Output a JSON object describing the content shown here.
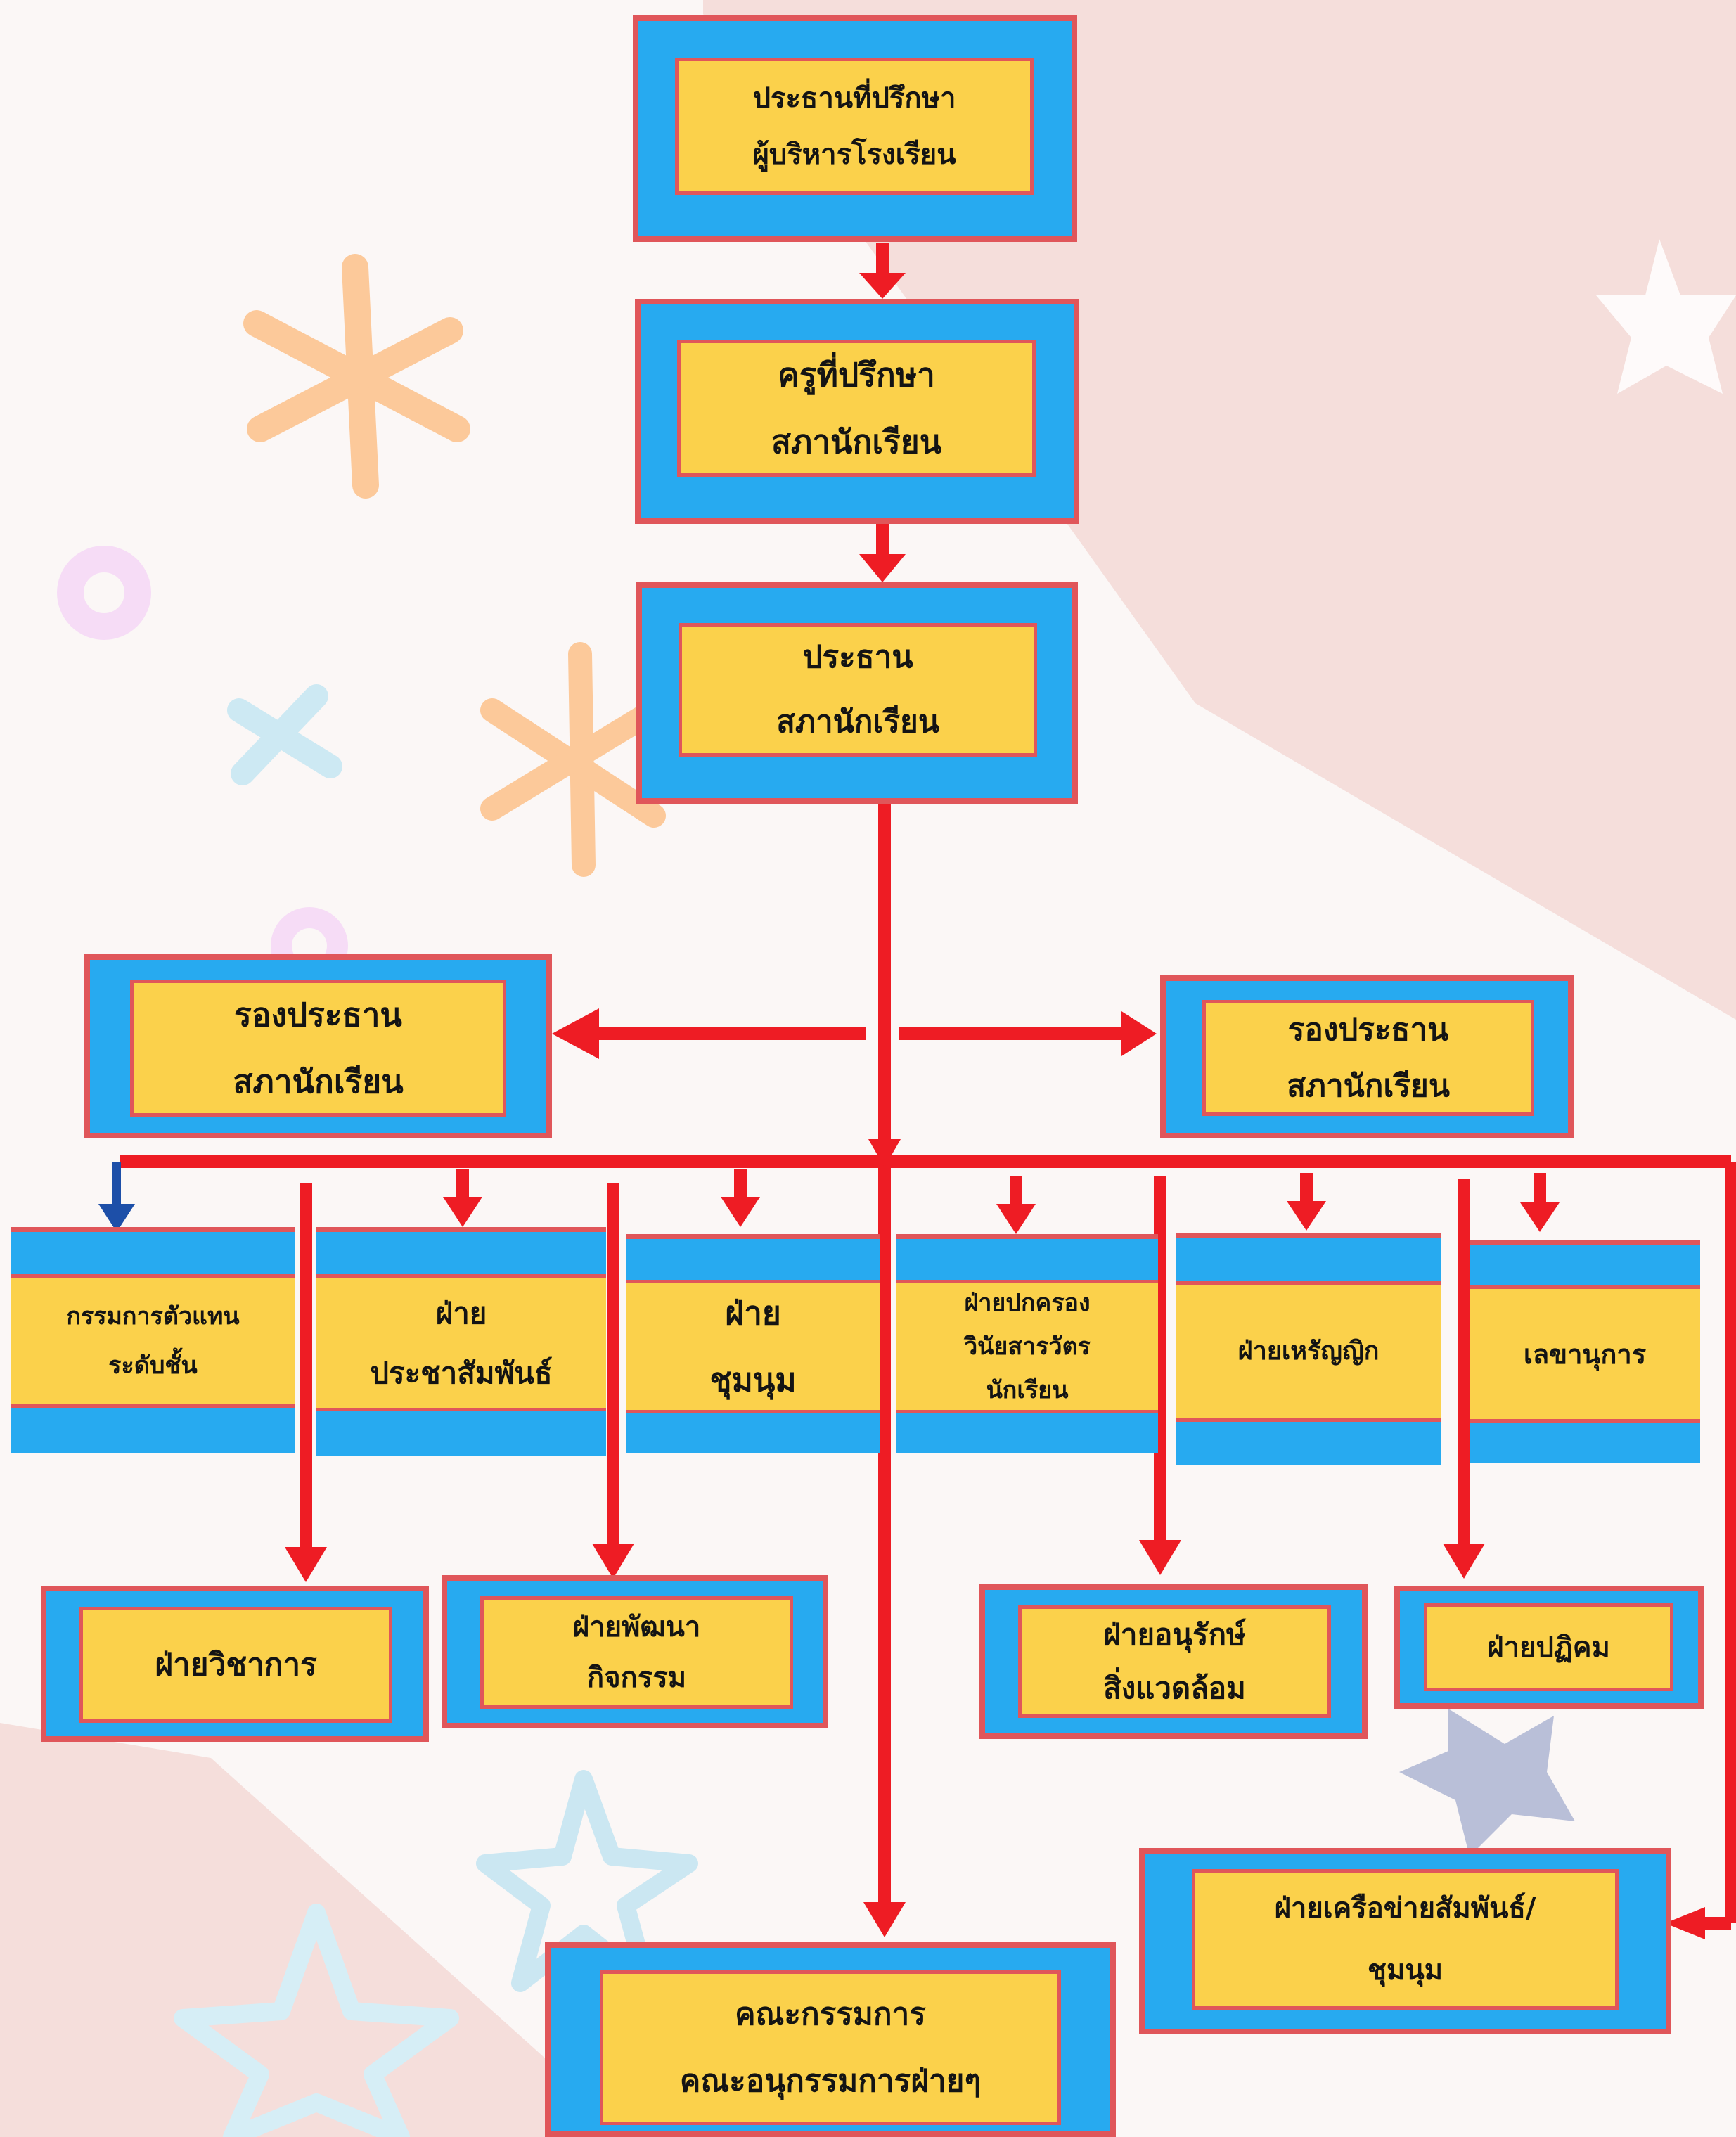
{
  "colors": {
    "arrow": "#ee1c24",
    "arrow_blue": "#1d4fa8",
    "frame": "#e0565a",
    "mat": "#27aaf0",
    "fill": "#fbd14b"
  },
  "nodes": {
    "advisor_admin": {
      "lines": [
        "ประธานที่ปรึกษา",
        "ผู้บริหารโรงเรียน"
      ]
    },
    "advisor_teacher": {
      "lines": [
        "ครูที่ปรึกษา",
        "สภานักเรียน"
      ]
    },
    "president": {
      "lines": [
        "ประธาน",
        "สภานักเรียน"
      ]
    },
    "vice_left": {
      "lines": [
        "รองประธาน",
        "สภานักเรียน"
      ]
    },
    "vice_right": {
      "lines": [
        "รองประธาน",
        "สภานักเรียน"
      ]
    },
    "class_reps": {
      "lines": [
        "กรรมการตัวแทน",
        "ระดับชั้น"
      ]
    },
    "pr": {
      "lines": [
        "ฝ่าย",
        "ประชาสัมพันธ์"
      ]
    },
    "clubs": {
      "lines": [
        "ฝ่าย",
        "ชุมนุม"
      ]
    },
    "discipline": {
      "lines": [
        "ฝ่ายปกครอง",
        "วินัยสารวัตร",
        "นักเรียน"
      ]
    },
    "treasurer": {
      "lines": [
        "ฝ่ายเหรัญญิก"
      ]
    },
    "secretary": {
      "lines": [
        "เลขานุการ"
      ]
    },
    "academic": {
      "lines": [
        "ฝ่ายวิชาการ"
      ]
    },
    "activity_dev": {
      "lines": [
        "ฝ่ายพัฒนา",
        "กิจกรรม"
      ]
    },
    "environment": {
      "lines": [
        "ฝ่ายอนุรักษ์",
        "สิ่งแวดล้อม"
      ]
    },
    "reception": {
      "lines": [
        "ฝ่ายปฏิคม"
      ]
    },
    "network": {
      "lines": [
        "ฝ่ายเครือข่ายสัมพันธ์/",
        "ชุมนุม"
      ]
    },
    "committee": {
      "lines": [
        "คณะกรรมการ",
        "คณะอนุกรรมการฝ่ายๆ"
      ]
    }
  }
}
